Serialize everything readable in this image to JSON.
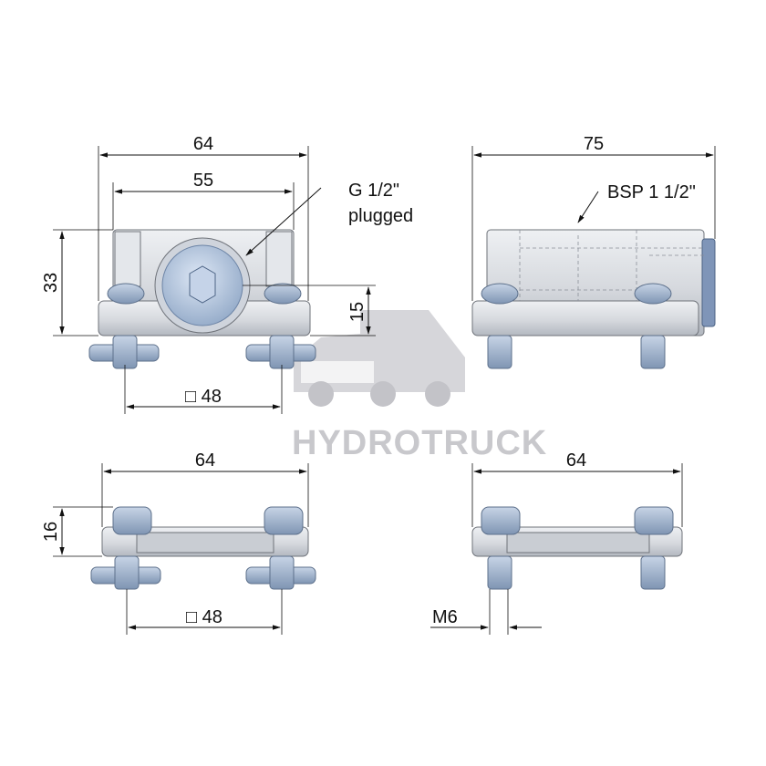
{
  "dimensions": {
    "front_width": "64",
    "front_inner": "55",
    "front_height": "33",
    "port_center_height": "15",
    "front_bolt_spacing": "□ 48",
    "side_length": "75",
    "bottom_width": "64",
    "bottom_height": "16",
    "bottom_bolt_spacing": "□ 48",
    "bottom_side_width": "64",
    "thread": "M6"
  },
  "callouts": {
    "plug_line1": "G 1/2\"",
    "plug_line2": "plugged",
    "port": "BSP 1 1/2\""
  },
  "watermark": {
    "text": "HYDROTRUCK",
    "icon": "truck-icon"
  },
  "colors": {
    "metal": "#d9dce1",
    "metal_dark": "#b7bcc4",
    "bolt": "#9fb4cf",
    "plug": "#b7c9e4",
    "watermark": "#c8c8cc"
  }
}
